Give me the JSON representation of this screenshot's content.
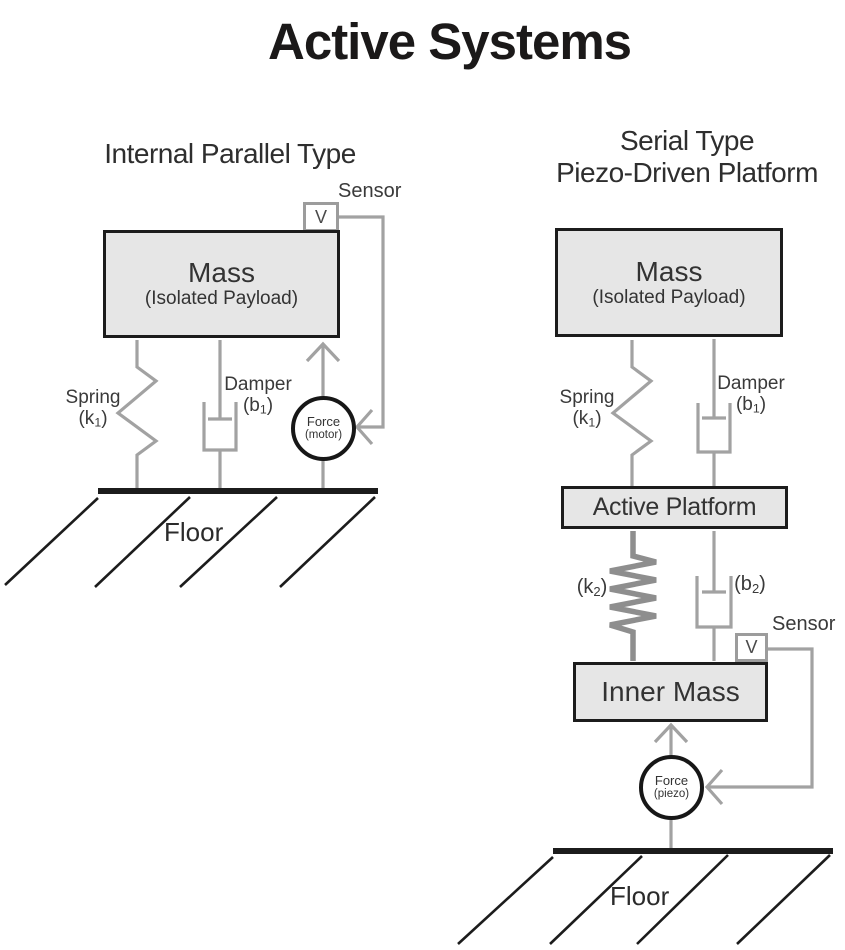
{
  "title": "Active Systems",
  "colors": {
    "ink": "#1c1c1c",
    "line_gray": "#a2a2a2",
    "spring2_gray": "#8e8e8e",
    "box_fill": "#e6e6e6"
  },
  "left": {
    "heading": "Internal Parallel Type",
    "sensor_label": "Sensor",
    "sensor_symbol": "V",
    "mass_title": "Mass",
    "mass_subtitle": "(Isolated Payload)",
    "spring_label": "Spring",
    "spring_value": {
      "pre": "(k",
      "sub": "1",
      "post": ")"
    },
    "damper_label": "Damper",
    "damper_value": {
      "pre": "(b",
      "sub": "1",
      "post": ")"
    },
    "force_line1": "Force",
    "force_line2": "(motor)",
    "floor_label": "Floor"
  },
  "right": {
    "heading_line1": "Serial Type",
    "heading_line2": "Piezo-Driven Platform",
    "mass_title": "Mass",
    "mass_subtitle": "(Isolated Payload)",
    "spring_label": "Spring",
    "spring_value": {
      "pre": "(k",
      "sub": "1",
      "post": ")"
    },
    "damper_label": "Damper",
    "damper_value": {
      "pre": "(b",
      "sub": "1",
      "post": ")"
    },
    "platform_label": "Active Platform",
    "spring2_value": {
      "pre": "(k",
      "sub": "2",
      "post": ")"
    },
    "damper2_value": {
      "pre": "(b",
      "sub": "2",
      "post": ")"
    },
    "sensor_label": "Sensor",
    "sensor_symbol": "V",
    "inner_mass_label": "Inner Mass",
    "force_line1": "Force",
    "force_line2": "(piezo)",
    "floor_label": "Floor"
  }
}
